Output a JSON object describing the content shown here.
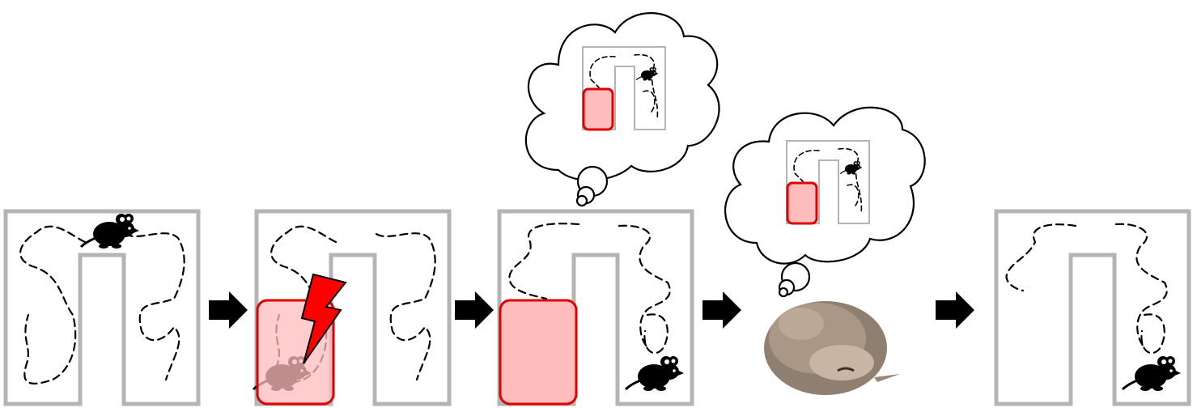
{
  "figure": {
    "panels": [
      {
        "id": "explore",
        "mouse": "top",
        "shock_zone": false,
        "lightning": false
      },
      {
        "id": "shock",
        "mouse": "in-zone",
        "shock_zone": true,
        "lightning": true
      },
      {
        "id": "recall",
        "mouse": "right-arm",
        "shock_zone": true,
        "thought_cloud": true
      },
      {
        "id": "sleep",
        "mouse": "sleeping-photo",
        "thought_cloud": true
      },
      {
        "id": "avoid",
        "mouse": "right-arm",
        "shock_zone": false
      }
    ],
    "arrows": 4,
    "icons": [
      "mouse-icon",
      "lightning-icon",
      "thought-cloud-icon",
      "arrow-right-icon"
    ],
    "colors": {
      "wall": "#b4b4b4",
      "shock_zone_fill": "#ffbcbc",
      "shock_zone_stroke": "#e00000",
      "lightning": "#ff0000"
    }
  }
}
